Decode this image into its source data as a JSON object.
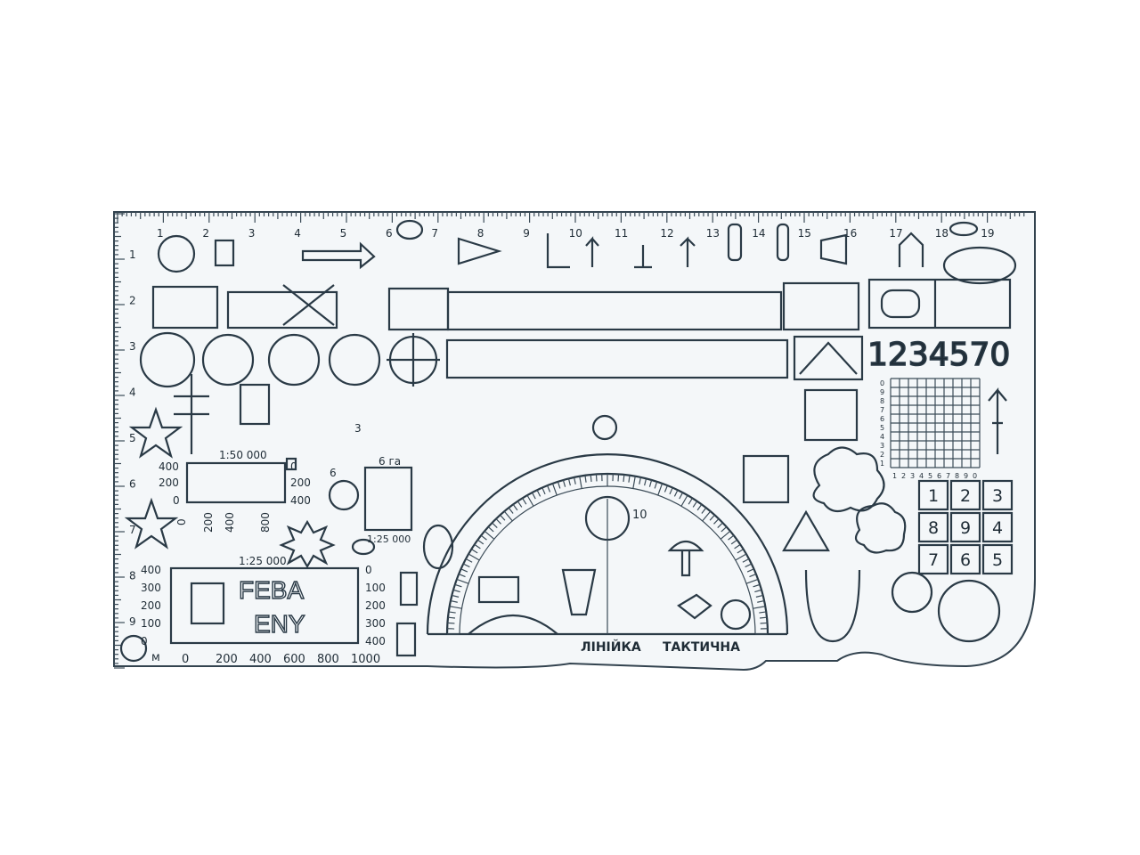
{
  "ruler": {
    "top_ticks": [
      "1",
      "2",
      "3",
      "4",
      "5",
      "6",
      "7",
      "8",
      "9",
      "10",
      "11",
      "12",
      "13",
      "14",
      "15",
      "16",
      "17",
      "18",
      "19"
    ],
    "left_ticks": [
      "1",
      "2",
      "3",
      "4",
      "5",
      "6",
      "7",
      "8",
      "9"
    ]
  },
  "scales": {
    "scale_50k": "1:50 000",
    "scale_25k_a": "1:25 000",
    "scale_25k_b": "1:25 000",
    "left_v_labels": [
      "400",
      "200",
      "0"
    ],
    "right_v_labels": [
      "0",
      "200",
      "400"
    ],
    "bottom_labels": [
      "0",
      "200",
      "400",
      "800"
    ],
    "big_left_v": [
      "400",
      "300",
      "200",
      "100",
      "0"
    ],
    "big_right_v": [
      "0",
      "100",
      "200",
      "300",
      "400"
    ],
    "big_bottom": [
      "0",
      "200",
      "400",
      "600",
      "800",
      "1000"
    ],
    "unit": "м",
    "mark_3": "3",
    "mark_6": "6",
    "mark_6ga": "6 га"
  },
  "stamp": {
    "line1": "FEBA",
    "line2": "ENY"
  },
  "digits_row": "1234570",
  "grid": {
    "v_labels": [
      "0",
      "9",
      "8",
      "7",
      "6",
      "5",
      "4",
      "3",
      "2",
      "1"
    ],
    "h_labels": [
      "1",
      "2",
      "3",
      "4",
      "5",
      "6",
      "7",
      "8",
      "9",
      "0"
    ]
  },
  "keypad": [
    "1",
    "2",
    "3",
    "8",
    "9",
    "4",
    "7",
    "6",
    "5"
  ],
  "protractor": {
    "center_label": "10",
    "title_left": "ЛІНІЙКА",
    "title_right": "ТАКТИЧНА"
  },
  "colors": {
    "ink": "#2a3a46",
    "plate": "#f4f7f9"
  }
}
